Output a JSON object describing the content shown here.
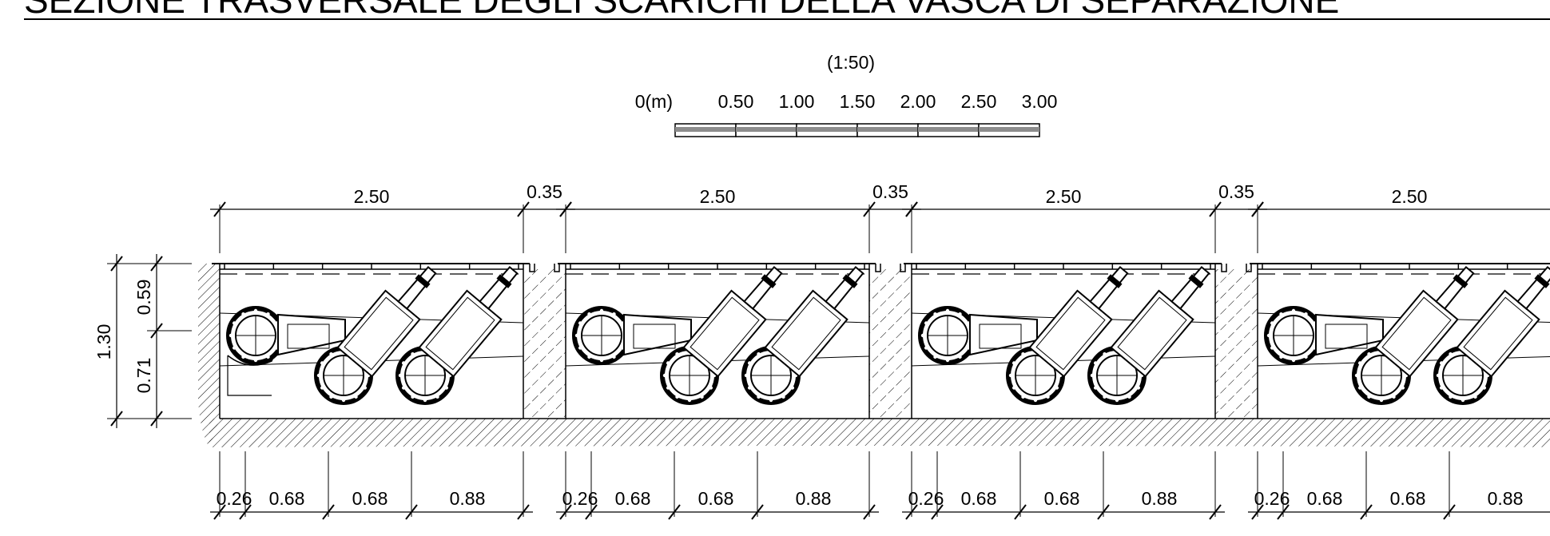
{
  "title": "SEZIONE TRASVERSALE  DEGLI SCARICHI DELLA VASCA DI SEPARAZIONE",
  "scale_bar": {
    "ratio": "(1:50)",
    "labels": [
      "0(m)",
      "0.50",
      "1.00",
      "1.50",
      "2.00",
      "2.50",
      "3.00"
    ]
  },
  "top_dims": {
    "chamber": "2.50",
    "wall": "0.35"
  },
  "side_dims": {
    "total": "1.30",
    "upper": "0.59",
    "lower": "0.71"
  },
  "bottom_dims": [
    "0.26",
    "0.68",
    "0.68",
    "0.88"
  ],
  "chambers_visible": 4,
  "colors": {
    "line": "#000000",
    "scale_fill": "#8c8c8c",
    "background": "#ffffff"
  }
}
